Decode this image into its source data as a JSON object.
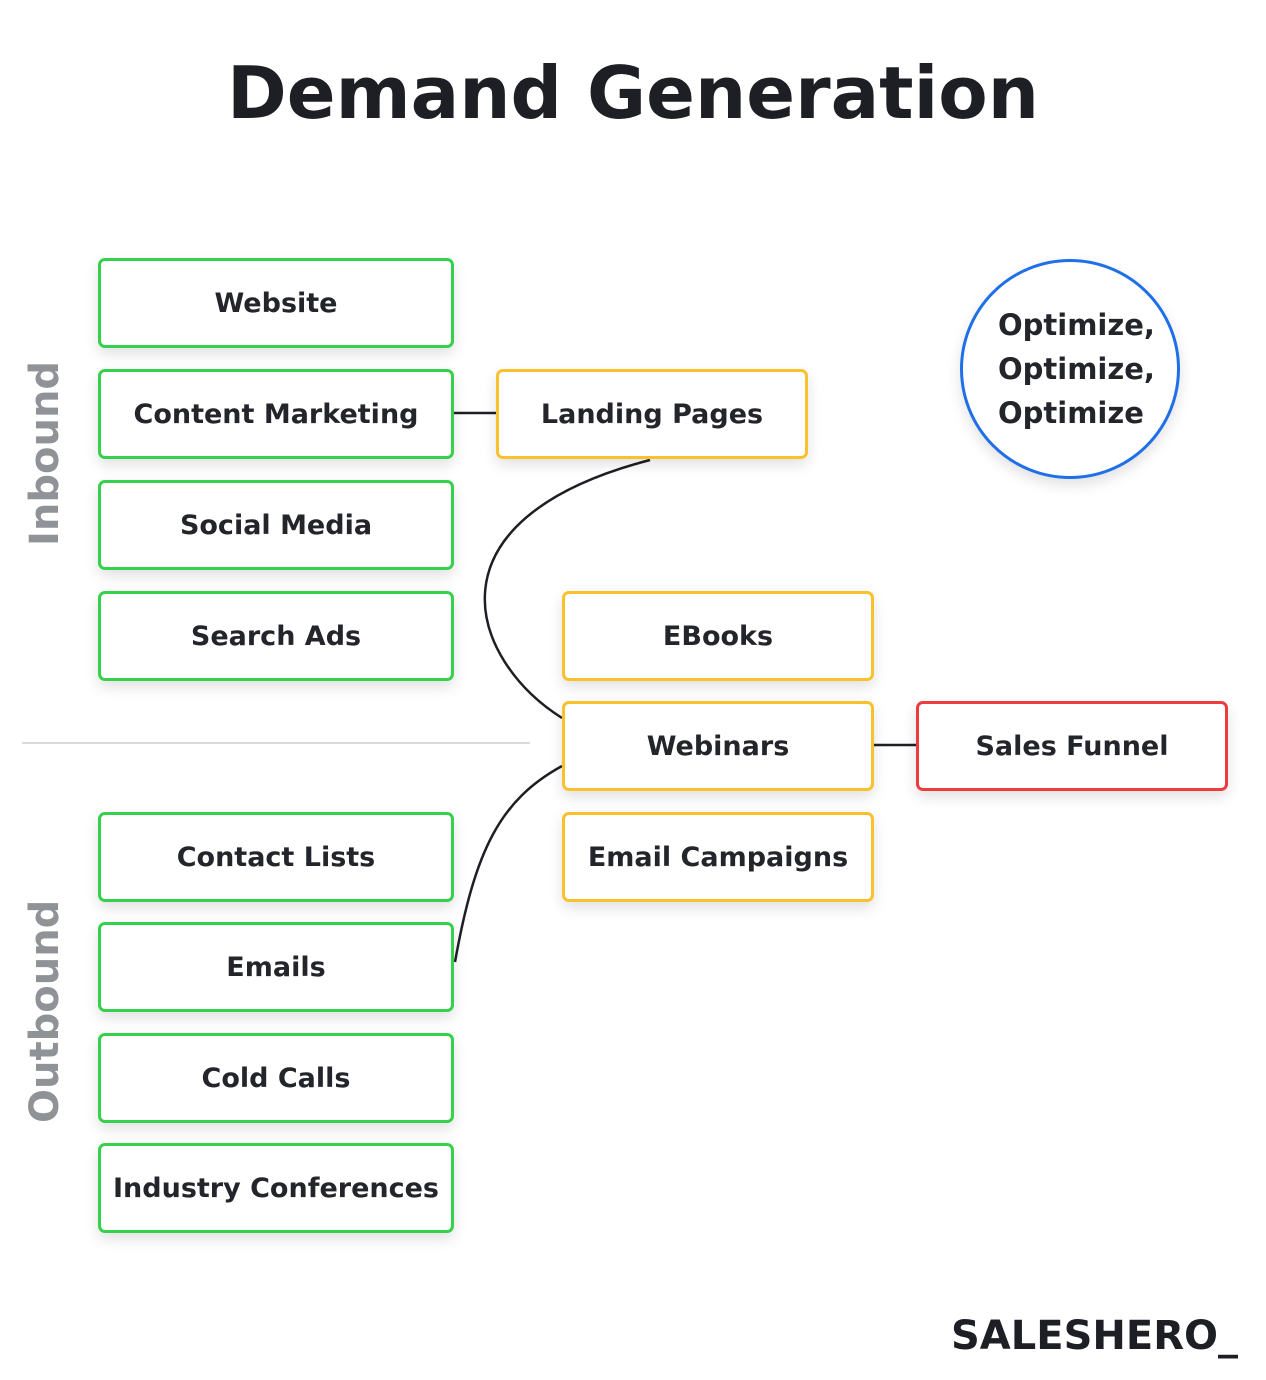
{
  "title": "Demand Generation",
  "labels": {
    "inbound": "Inbound",
    "outbound": "Outbound"
  },
  "inbound_items": [
    "Website",
    "Content Marketing",
    "Social Media",
    "Search Ads"
  ],
  "outbound_items": [
    "Contact Lists",
    "Emails",
    "Cold Calls",
    "Industry Conferences"
  ],
  "middle_items": {
    "landing_pages": "Landing Pages",
    "ebooks": "EBooks",
    "webinars": "Webinars",
    "email_campaigns": "Email Campaigns"
  },
  "sales_funnel": "Sales Funnel",
  "optimize_lines": [
    "Optimize,",
    "Optimize,",
    "Optimize"
  ],
  "brand": "SALESHERO_",
  "colors": {
    "channel_border": "#35d14a",
    "content_border": "#fbc02d",
    "funnel_border": "#ee3b40",
    "optimize_border": "#1f6fe8",
    "side_label": "#8f9297"
  }
}
